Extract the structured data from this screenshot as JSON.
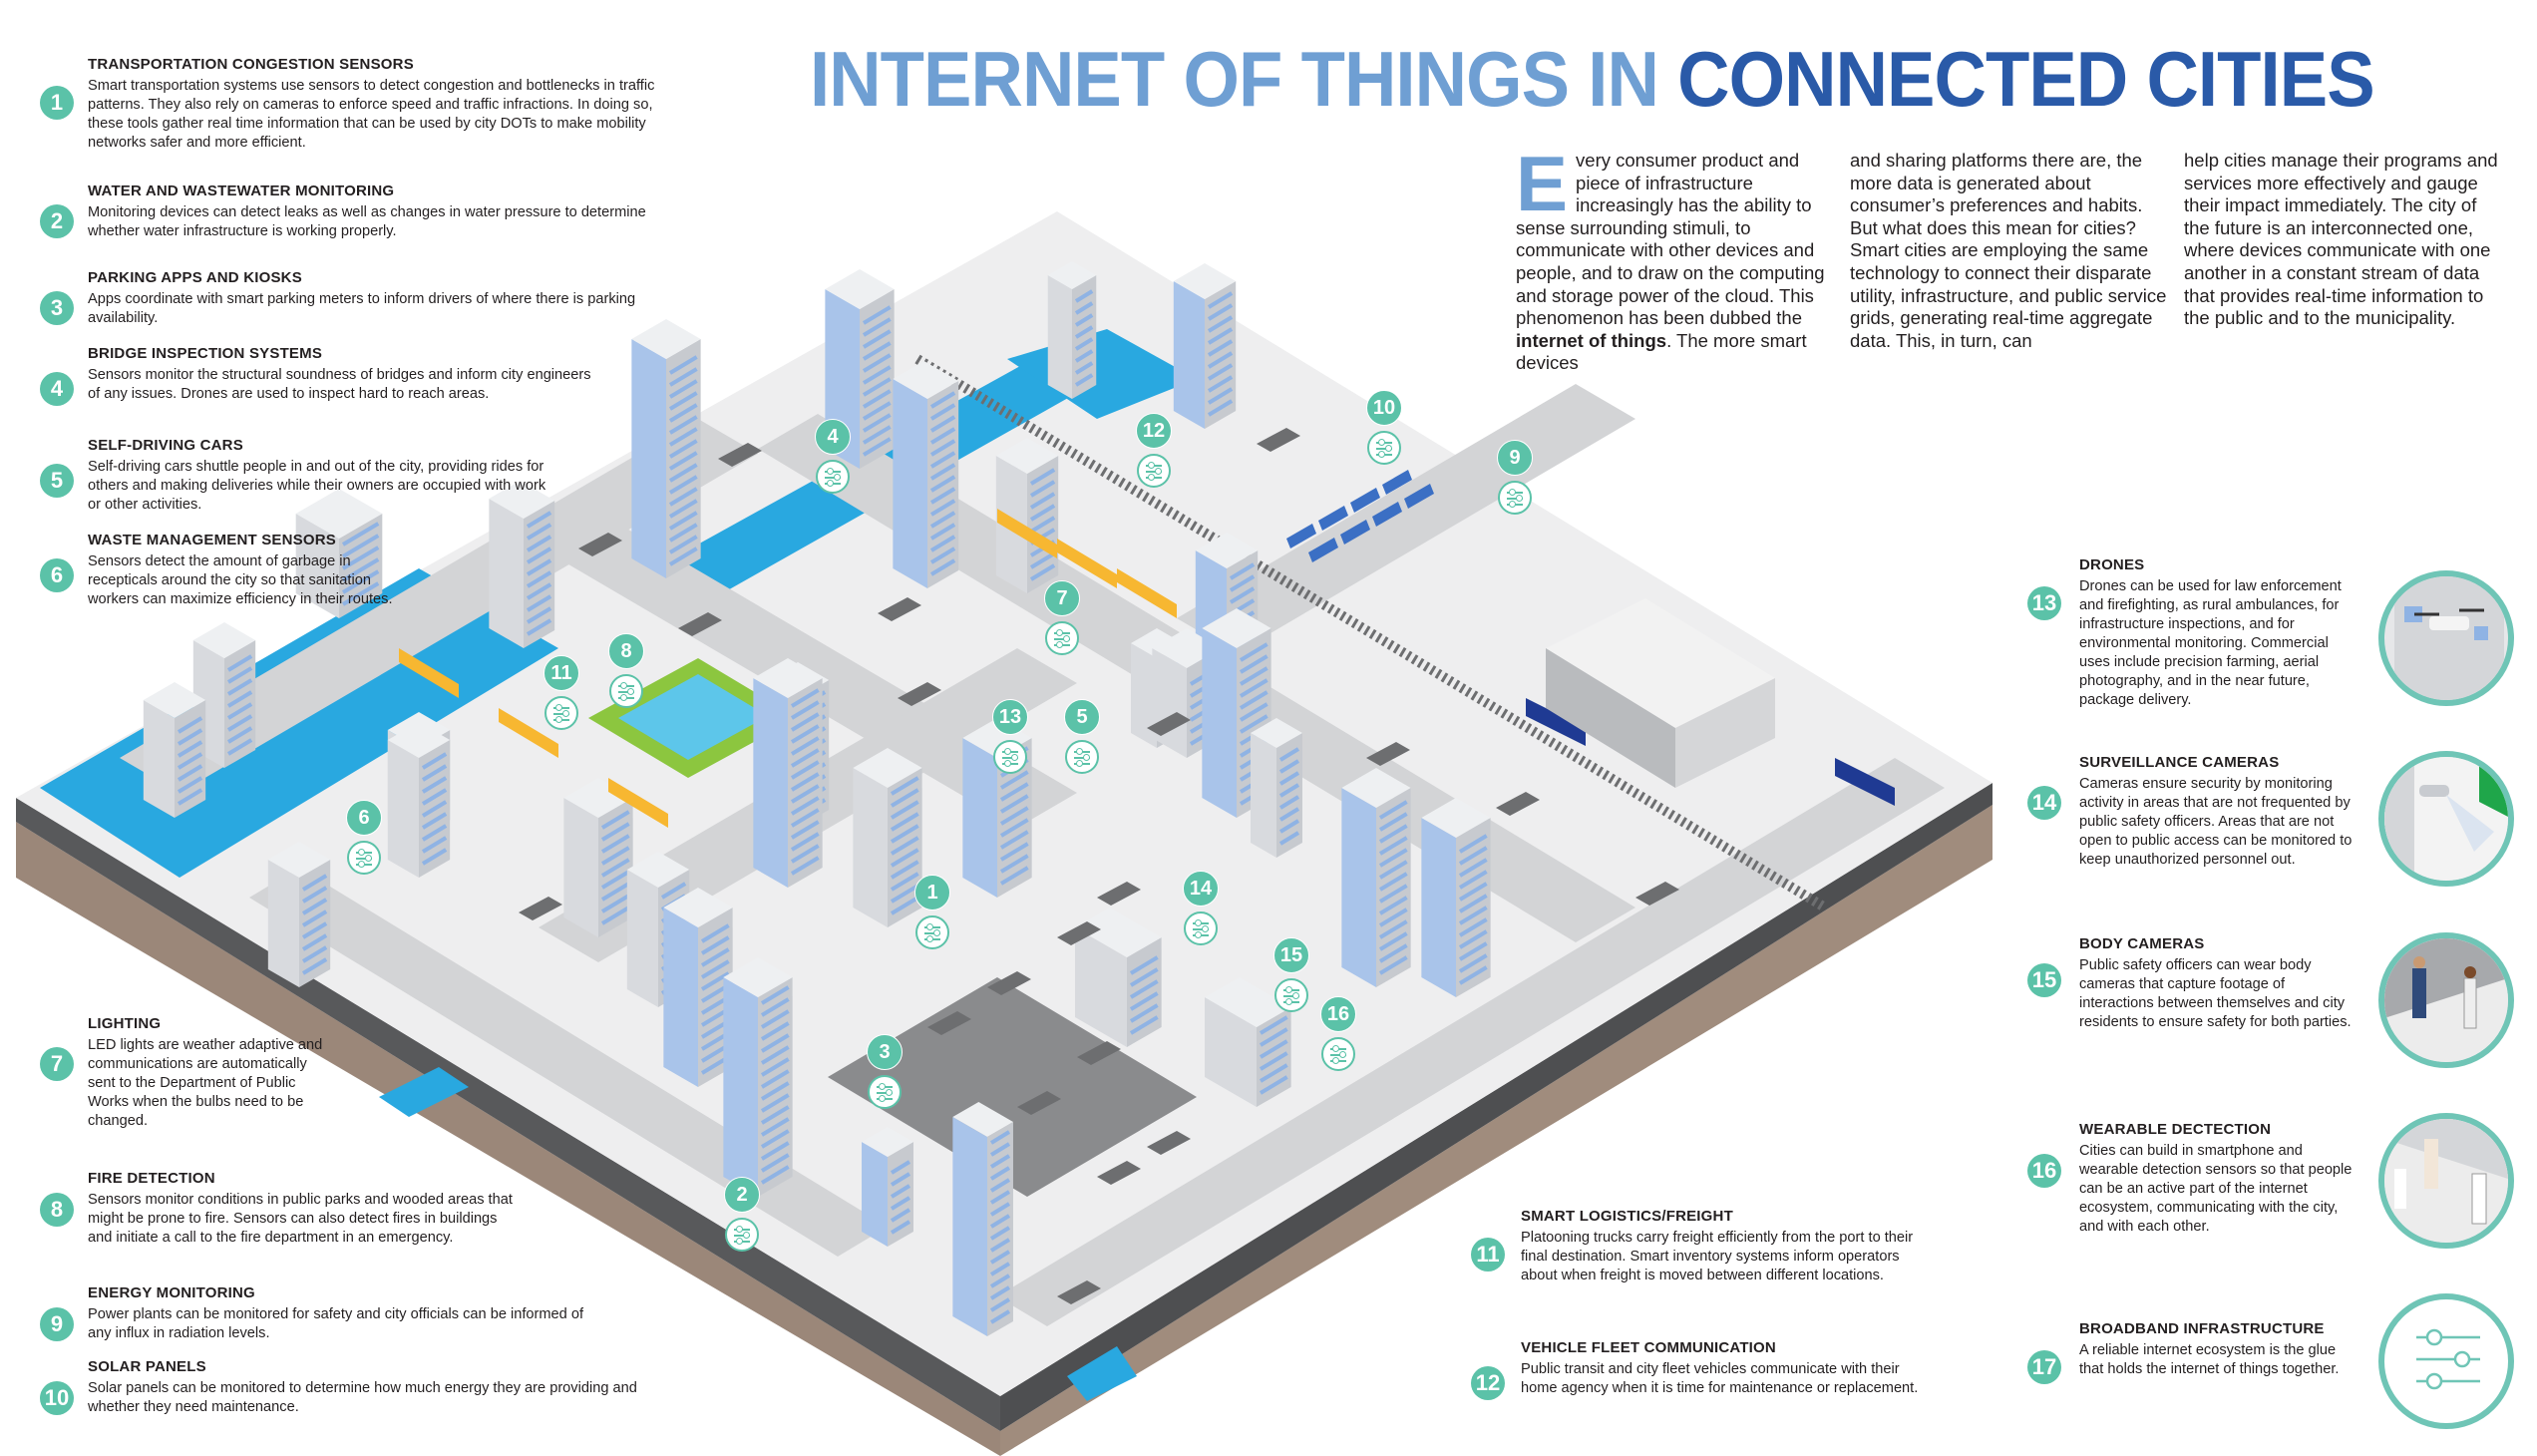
{
  "title": {
    "part1": "INTERNET OF THINGS IN",
    "part2": "CONNECTED CITIES"
  },
  "intro": {
    "dropcap": "E",
    "col1_a": "very consumer product and piece of infrastructure increasingly has the ability to sense surrounding stimuli, to communicate with other devices and people, and to draw on the computing and storage power of the cloud. This phenomenon has been dubbed the ",
    "col1_bold": "internet of things",
    "col1_b": ". The more smart devices",
    "col2": "and sharing platforms there are, the more data is generated about consumer’s preferences and habits. But what does this mean for cities? Smart cities are employing the same technology to connect their disparate utility, infrastructure, and public service grids, generating real-time aggregate data. This, in turn, can",
    "col3": "help cities manage their programs and services more effectively and gauge their impact immediately. The city of the future is an interconnected one, where devices communicate with one another in a constant stream of data that provides real-time information to the public and to the municipality."
  },
  "items": [
    {
      "num": "1",
      "title": "TRANSPORTATION CONGESTION SENSORS",
      "text": "Smart transportation systems use sensors to detect congestion and bottlenecks in traffic patterns. They also rely on cameras to enforce speed and traffic infractions.  In doing so, these tools gather real time information that can be used by city DOTs to make mobility networks safer and more efficient."
    },
    {
      "num": "2",
      "title": "WATER AND WASTEWATER MONITORING",
      "text": "Monitoring devices can detect leaks as well as changes in water pressure to determine whether water infrastructure is working properly."
    },
    {
      "num": "3",
      "title": "PARKING APPS AND KIOSKS",
      "text": "Apps coordinate with smart parking meters to inform drivers of where there is parking availability."
    },
    {
      "num": "4",
      "title": "BRIDGE INSPECTION SYSTEMS",
      "text": "Sensors monitor the structural soundness of bridges and inform city engineers of any issues. Drones are used to inspect hard to reach areas."
    },
    {
      "num": "5",
      "title": "SELF-DRIVING CARS",
      "text": "Self-driving cars shuttle people in and out of the city, providing rides for others and making deliveries while their owners are occupied with work or other activities."
    },
    {
      "num": "6",
      "title": "WASTE MANAGEMENT SENSORS",
      "text": "Sensors detect the amount of garbage in recepticals around the city so that sanitation workers can maximize efficiency in their routes."
    },
    {
      "num": "7",
      "title": "LIGHTING",
      "text": "LED lights are weather adaptive and communications are automatically sent to the Department of Public Works when the bulbs need to be changed."
    },
    {
      "num": "8",
      "title": "FIRE DETECTION",
      "text": "Sensors monitor conditions in public parks and wooded areas that might be prone to fire. Sensors can also detect fires in buildings and initiate a call to the fire department in an emergency."
    },
    {
      "num": "9",
      "title": "ENERGY MONITORING",
      "text": "Power plants can be monitored for safety and city officials can be informed of any influx in radiation levels."
    },
    {
      "num": "10",
      "title": "SOLAR PANELS",
      "text": "Solar panels can be monitored to determine how much energy they are providing and whether they need maintenance."
    },
    {
      "num": "11",
      "title": "SMART LOGISTICS/FREIGHT",
      "text": "Platooning trucks carry freight efficiently from the port to their final destination. Smart inventory systems inform operators about when freight is moved between different locations."
    },
    {
      "num": "12",
      "title": "VEHICLE FLEET COMMUNICATION",
      "text": "Public transit and city fleet vehicles communicate with their home agency when it is time for maintenance or replacement."
    },
    {
      "num": "13",
      "title": "DRONES",
      "text": "Drones can be used for law enforcement and firefighting, as rural ambulances, for infrastructure inspections, and for environmental monitoring. Commercial uses include precision farming, aerial photography, and in the near future, package delivery."
    },
    {
      "num": "14",
      "title": "SURVEILLANCE CAMERAS",
      "text": "Cameras ensure security by monitoring activity in areas that are not frequented by public safety officers. Areas that are not open to public access can be monitored to keep unauthorized personnel out."
    },
    {
      "num": "15",
      "title": "BODY CAMERAS",
      "text": "Public safety officers can wear body cameras that capture footage of interactions between themselves and city residents to ensure safety for both parties."
    },
    {
      "num": "16",
      "title": "WEARABLE DECTECTION",
      "text": "Cities can build in smartphone and wearable detection sensors so that people can be an active part of the internet ecosystem, communicating with the city, and with each other."
    },
    {
      "num": "17",
      "title": "BROADBAND INFRASTRUCTURE",
      "text": "A reliable internet ecosystem is the glue that holds the internet of things together."
    }
  ],
  "colors": {
    "title_light": "#6f9fd3",
    "title_dark": "#2a5aa8",
    "accent_teal": "#5bc2a8",
    "water": "#29a8e0",
    "building_glass": "#a9c4ea"
  },
  "icons": {
    "marker": "sensor-sliders-icon"
  }
}
